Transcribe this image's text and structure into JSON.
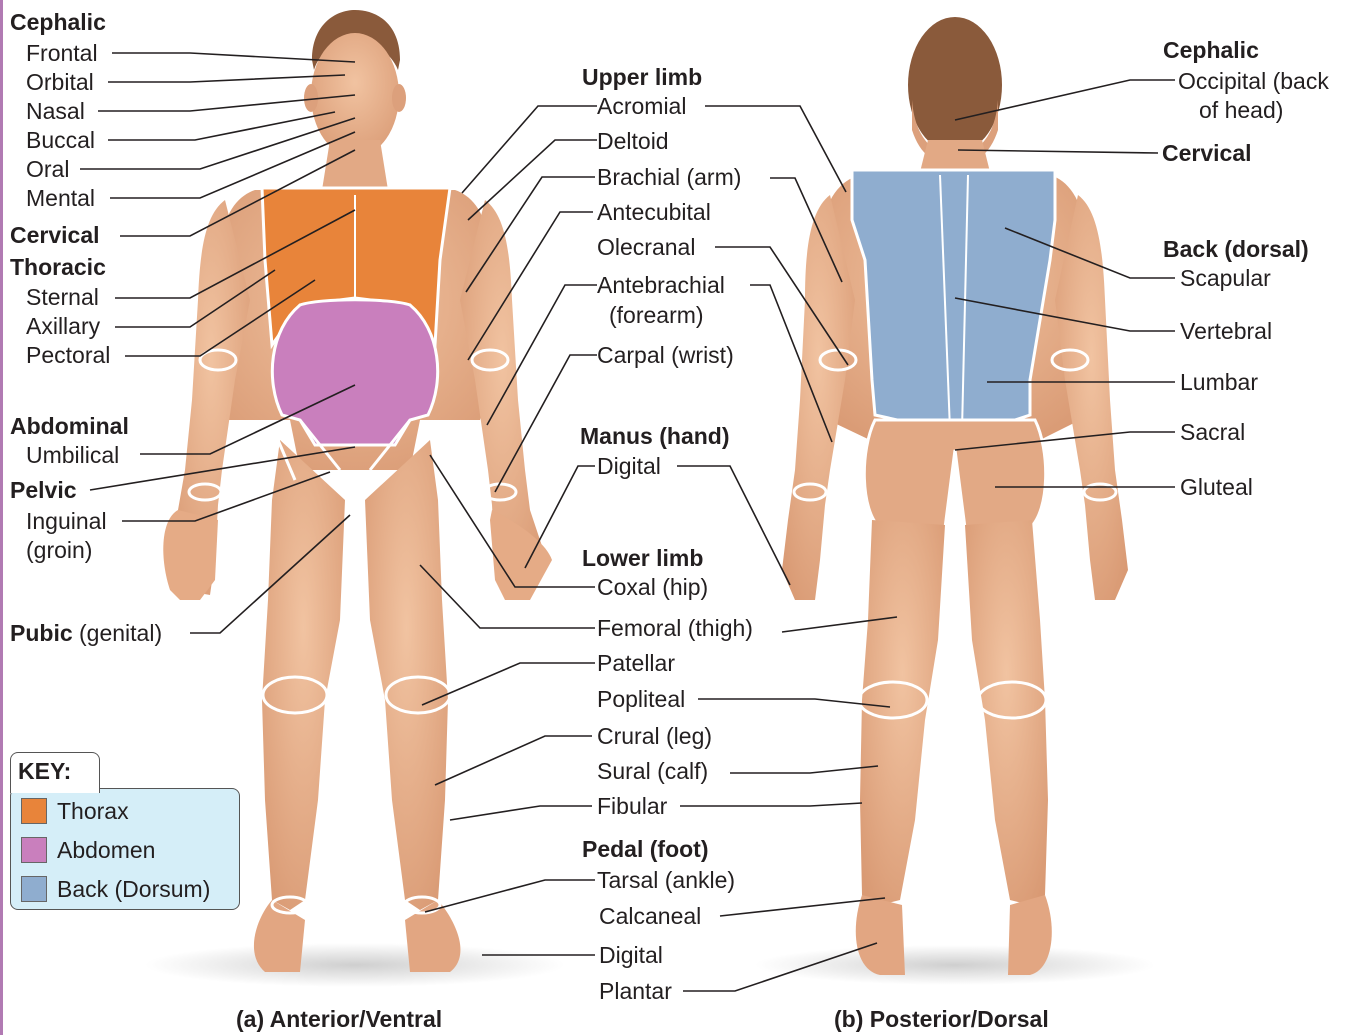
{
  "colors": {
    "thorax": "#e8843a",
    "abdomen": "#c97fbd",
    "back": "#8fadcf",
    "skin": "#e7b08a",
    "key_bg": "#d5eef8"
  },
  "anterior_labels": {
    "cephalic": "Cephalic",
    "frontal": "Frontal",
    "orbital": "Orbital",
    "nasal": "Nasal",
    "buccal": "Buccal",
    "oral": "Oral",
    "mental": "Mental",
    "cervical": "Cervical",
    "thoracic": "Thoracic",
    "sternal": "Sternal",
    "axillary": "Axillary",
    "pectoral": "Pectoral",
    "abdominal": "Abdominal",
    "umbilical": "Umbilical",
    "pelvic": "Pelvic",
    "inguinal": "Inguinal",
    "groin": "(groin)",
    "pubic": "Pubic",
    "pubic_note": "(genital)"
  },
  "center_labels": {
    "upper_limb": "Upper limb",
    "acromial": "Acromial",
    "deltoid": "Deltoid",
    "brachial": "Brachial (arm)",
    "antecubital": "Antecubital",
    "olecranal": "Olecranal",
    "antebrachial": "Antebrachial",
    "forearm": "(forearm)",
    "carpal": "Carpal (wrist)",
    "manus": "Manus (hand)",
    "digital_hand": "Digital",
    "lower_limb": "Lower limb",
    "coxal": "Coxal (hip)",
    "femoral": "Femoral (thigh)",
    "patellar": "Patellar",
    "popliteal": "Popliteal",
    "crural": "Crural (leg)",
    "sural": "Sural (calf)",
    "fibular": "Fibular",
    "pedal": "Pedal (foot)",
    "tarsal": "Tarsal (ankle)",
    "calcaneal": "Calcaneal",
    "digital_foot": "Digital",
    "plantar": "Plantar"
  },
  "posterior_labels": {
    "cephalic": "Cephalic",
    "occipital": "Occipital (back",
    "occipital_2": "of head)",
    "cervical": "Cervical",
    "back_dorsal": "Back (dorsal)",
    "scapular": "Scapular",
    "vertebral": "Vertebral",
    "lumbar": "Lumbar",
    "sacral": "Sacral",
    "gluteal": "Gluteal"
  },
  "key": {
    "title": "KEY:",
    "items": [
      {
        "label": "Thorax",
        "color": "#e8843a"
      },
      {
        "label": "Abdomen",
        "color": "#c97fbd"
      },
      {
        "label": "Back (Dorsum)",
        "color": "#8fadcf"
      }
    ]
  },
  "captions": {
    "anterior": "(a) Anterior/Ventral",
    "posterior": "(b) Posterior/Dorsal"
  }
}
